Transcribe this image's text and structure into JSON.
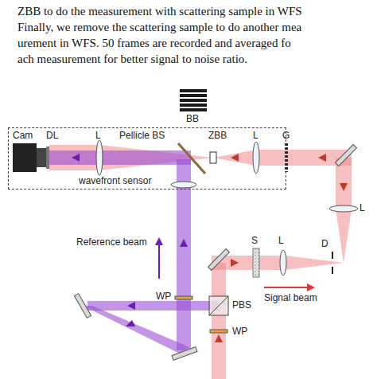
{
  "diagram": {
    "nodes": [
      {
        "text": [
          "wavefront sensor"
        ]
      }
    ],
    "labels": [
      "ZBB to do the measurement with scattering sample in WFS",
      "Finally, we remove the scattering sample to do another mea",
      "urement in WFS. 50 frames are recorded and averaged fo",
      "ach measurement for better signal to noise ratio.",
      "BB",
      "Cam",
      "DL",
      "L",
      "Pellicle BS",
      "ZBB",
      "L",
      "G",
      "L",
      "Reference beam",
      "WP",
      "S",
      "L",
      "D",
      "Signal beam",
      "PBS",
      "WP"
    ]
  }
}
